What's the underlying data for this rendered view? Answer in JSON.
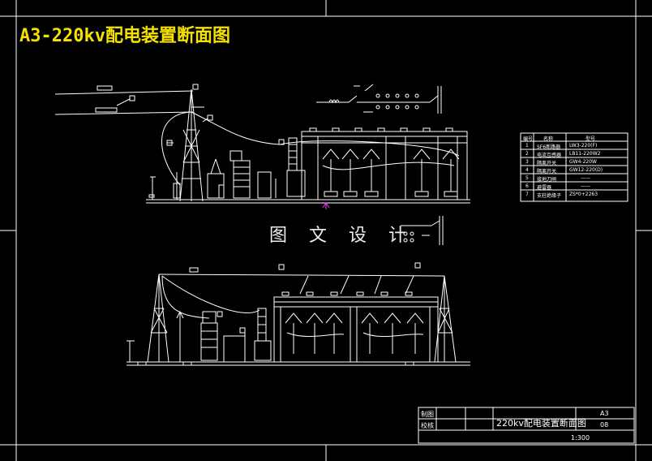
{
  "title": "A3-220kv配电装置断面图",
  "watermark": "图 文 设 计",
  "legend": {
    "headers": [
      "编号",
      "名称",
      "型号"
    ],
    "rows": [
      [
        "1",
        "SF6断路器",
        "LW3-220(F)"
      ],
      [
        "2",
        "电流互感器",
        "LB11-220W2"
      ],
      [
        "3",
        "隔离开关",
        "GW4-220W"
      ],
      [
        "4",
        "隔离开关",
        "GW12-220(D)"
      ],
      [
        "5",
        "接地刀闸",
        "——"
      ],
      [
        "6",
        "避雷器",
        "——"
      ],
      [
        "7",
        "支柱绝缘子",
        "ZS*0+2263"
      ]
    ]
  },
  "title_block": {
    "drawn_label": "制图",
    "checked_label": "校核",
    "drawing_name": "220kv配电装置断面图",
    "size": "A3",
    "sheet": "08",
    "scale": "1:300"
  },
  "colors": {
    "background": "#000000",
    "title": "#f5e100",
    "linework": "#ffffff",
    "marker": "#ff33ff"
  }
}
